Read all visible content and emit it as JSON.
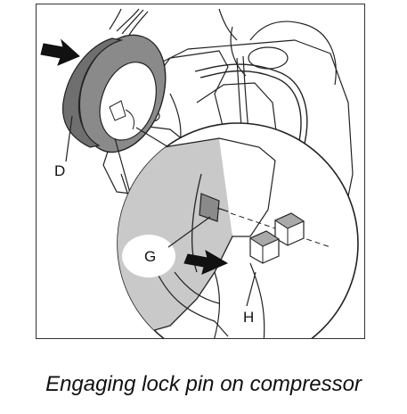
{
  "diagram": {
    "labels": {
      "d": "D",
      "g": "G",
      "h": "H"
    },
    "caption": "Engaging lock pin on compressor"
  },
  "colors": {
    "line": "#222222",
    "clutch_ring": "#8a8a8a",
    "inset_shade": "#c9c9c9",
    "block_face": "#a9a9a9"
  }
}
